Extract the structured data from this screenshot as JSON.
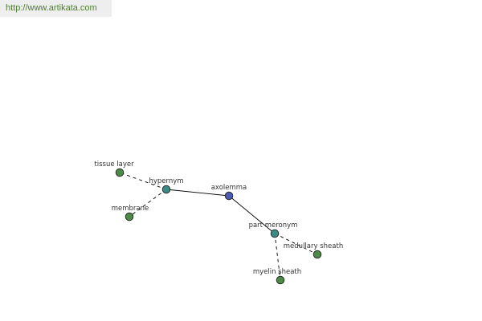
{
  "header": {
    "source_url": "http://www.artikata.com"
  },
  "colors": {
    "center": "#4a5bb0",
    "relation": "#3c8a84",
    "term": "#4b8a45",
    "edge": "#000000",
    "source_text": "#4f7f2f"
  },
  "graph": {
    "nodes": [
      {
        "id": "axolemma",
        "label": "axolemma",
        "kind": "center"
      },
      {
        "id": "hypernym",
        "label": "hypernym",
        "kind": "relation"
      },
      {
        "id": "part-meronym",
        "label": "part meronym",
        "kind": "relation"
      },
      {
        "id": "tissue-layer",
        "label": "tissue layer",
        "kind": "term"
      },
      {
        "id": "membrane",
        "label": "membrane",
        "kind": "term"
      },
      {
        "id": "medullary-sheath",
        "label": "medullary sheath",
        "kind": "term"
      },
      {
        "id": "myelin-sheath",
        "label": "myelin sheath",
        "kind": "term"
      }
    ],
    "edges": [
      {
        "from": "axolemma",
        "to": "hypernym",
        "style": "solid"
      },
      {
        "from": "axolemma",
        "to": "part-meronym",
        "style": "solid"
      },
      {
        "from": "hypernym",
        "to": "tissue-layer",
        "style": "dashed"
      },
      {
        "from": "hypernym",
        "to": "membrane",
        "style": "dashed"
      },
      {
        "from": "part-meronym",
        "to": "medullary-sheath",
        "style": "dashed"
      },
      {
        "from": "part-meronym",
        "to": "myelin-sheath",
        "style": "dashed"
      }
    ]
  }
}
